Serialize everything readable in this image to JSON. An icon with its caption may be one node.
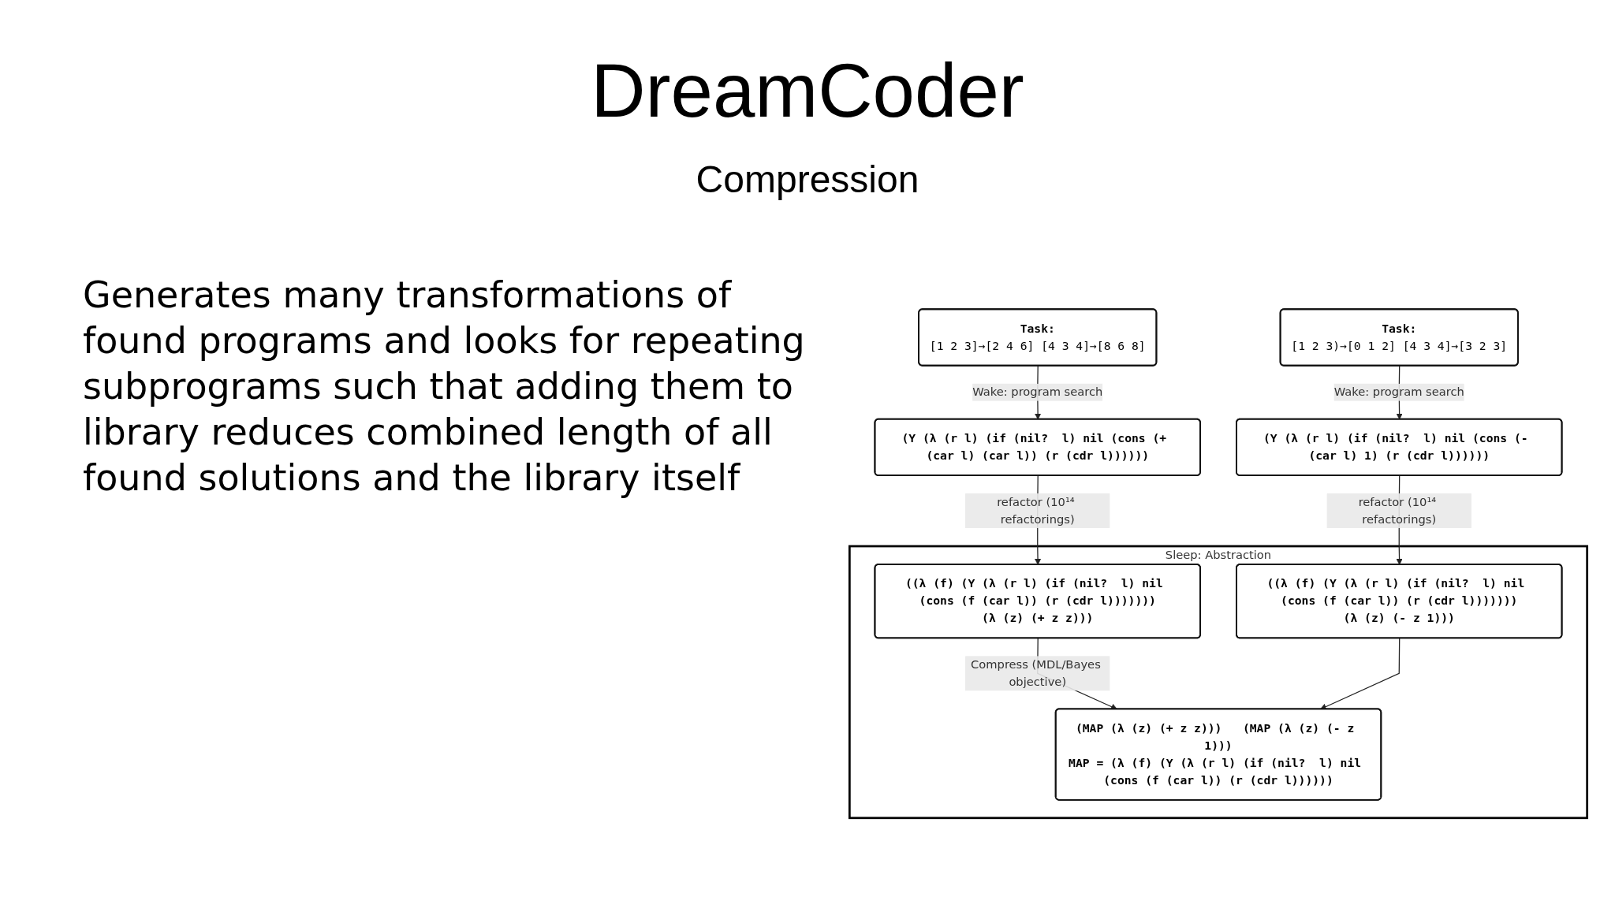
{
  "diagram": {
    "title": "DreamCoder",
    "caption": "Compression",
    "nodes": [
      {
        "text": [
          "Task:",
          "[1 2 3]→[2 4 6] [4 3 4]→[8 6 8]"
        ]
      },
      {
        "text": [
          "Task:",
          "[1 2 3)→[0 1 2] [4 3 4]→[3 2 3]"
        ]
      },
      {
        "text": [
          "(Y (λ (r l) (if (nil?  l) nil (cons (+ (car l) (car l)) (r (cdr l))))))"
        ]
      },
      {
        "text": [
          "(Y (λ (r l) (if (nil?  l) nil (cons (- (car l) 1) (r (cdr l))))))"
        ]
      },
      {
        "text": [
          "Sleep:  Abstraction"
        ]
      },
      {
        "text": [
          "((λ (f) (Y (λ (r l) (if (nil?  l) nil (cons (f (car l)) (r (cdr l)))))))",
          "(λ (z) (+ z z)))"
        ],
        "in": 4
      },
      {
        "text": [
          "((λ (f) (Y (λ (r l) (if (nil?  l) nil (cons (f (car l)) (r (cdr l)))))))",
          "(λ (z) (- z 1)))"
        ],
        "in": 4
      },
      {
        "text": [
          "(MAP (λ (z) (+ z z)))   (MAP (λ (z) (- z 1)))",
          "MAP = (λ (f) (Y (λ (r l) (if (nil?  l) nil (cons (f (car l)) (r (cdr l))))))"
        ],
        "in": 4
      }
    ],
    "edges": [
      {
        "from": 0,
        "to": 2,
        "arrow": "to",
        "label": "Wake:  program search"
      },
      {
        "from": 1,
        "to": 3,
        "arrow": "to",
        "label": "Wake:  program search"
      },
      {
        "from": 2,
        "to": 5,
        "arrow": "to",
        "label": "refactor (10¹⁴ refactorings)"
      },
      {
        "from": 3,
        "to": 6,
        "arrow": "to",
        "label": "refactor (10¹⁴ refactorings)"
      },
      {
        "from": 5,
        "to": 7,
        "arrow": "to",
        "label": "Compress (MDL/Bayes objective)"
      },
      {
        "from": 6,
        "to": 7,
        "arrow": "to"
      }
    ],
    "labels": [
      "Generates many transformations of found programs and looks for repeating subprograms such that adding them to library reduces combined length of all found solutions and the library itself"
    ]
  }
}
